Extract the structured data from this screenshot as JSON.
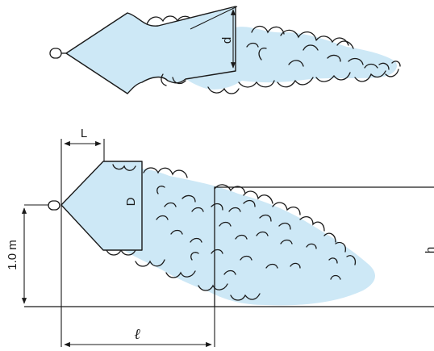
{
  "labels": {
    "d": "d",
    "L": "L",
    "D": "D",
    "height": "1.0 m",
    "distance": "ℓ",
    "h": "h"
  },
  "colors": {
    "spray": "#cde8f6",
    "line": "#1a1a1a",
    "background": "#ffffff"
  }
}
